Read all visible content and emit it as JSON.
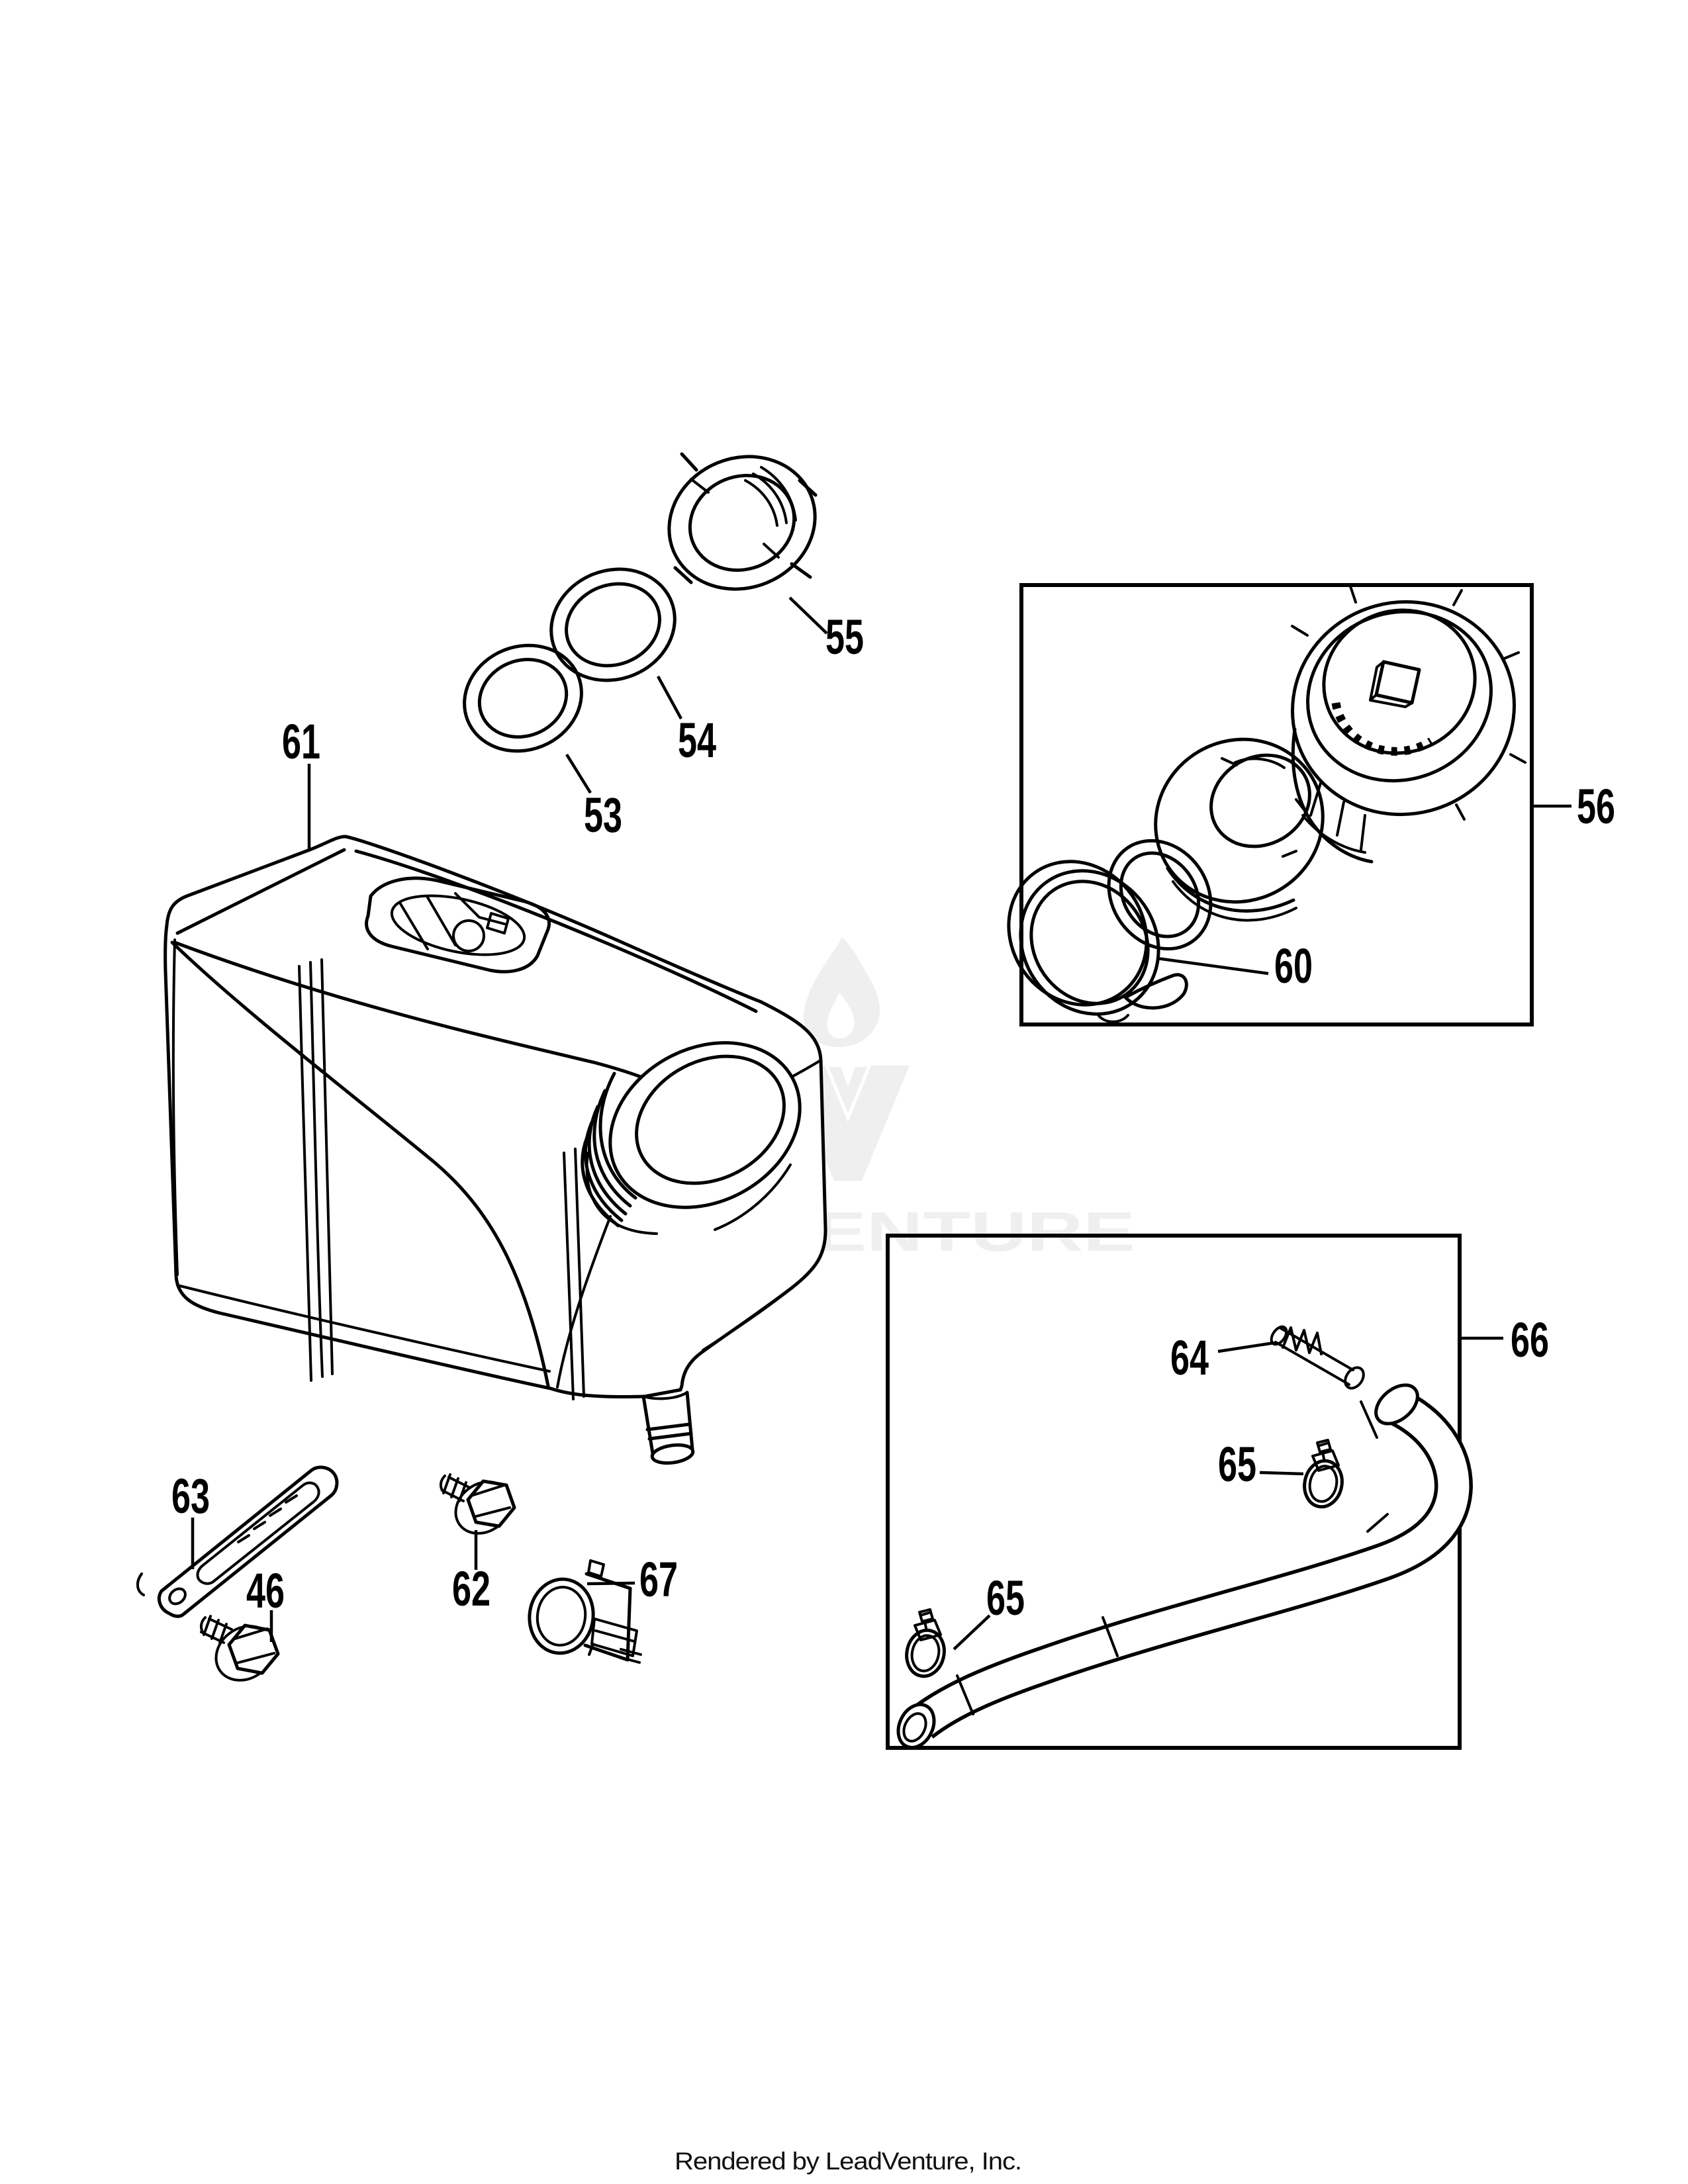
{
  "diagram": {
    "type": "exploded-parts-diagram",
    "subject": "fuel-tank-assembly",
    "background_color": "#ffffff",
    "line_color": "#000000",
    "watermark": {
      "text": "LEADVENTURE",
      "logo": "flame-v-monogram",
      "color": "#efefef"
    },
    "footer": {
      "text": "Rendered by LeadVenture, Inc."
    },
    "part_labels": [
      {
        "text": "55",
        "part": "lock-ring"
      },
      {
        "text": "54",
        "part": "washer-ring"
      },
      {
        "text": "53",
        "part": "seal-ring"
      },
      {
        "text": "61",
        "part": "fuel-tank"
      },
      {
        "text": "56",
        "part": "fuel-cap-assembly"
      },
      {
        "text": "60",
        "part": "cap-gasket"
      },
      {
        "text": "66",
        "part": "fuel-line-assembly"
      },
      {
        "text": "64",
        "part": "spring"
      },
      {
        "text": "65",
        "part": "hose-clamp-upper"
      },
      {
        "text": "65",
        "part": "hose-clamp-lower"
      },
      {
        "text": "67",
        "part": "clip-clamp"
      },
      {
        "text": "62",
        "part": "hex-screw"
      },
      {
        "text": "46",
        "part": "hex-screw"
      },
      {
        "text": "63",
        "part": "strap"
      }
    ],
    "callout_boxes": [
      {
        "label": "56",
        "content": "fuel cap exploded view"
      },
      {
        "label": "66",
        "content": "fuel line with clamps and spring"
      }
    ]
  }
}
